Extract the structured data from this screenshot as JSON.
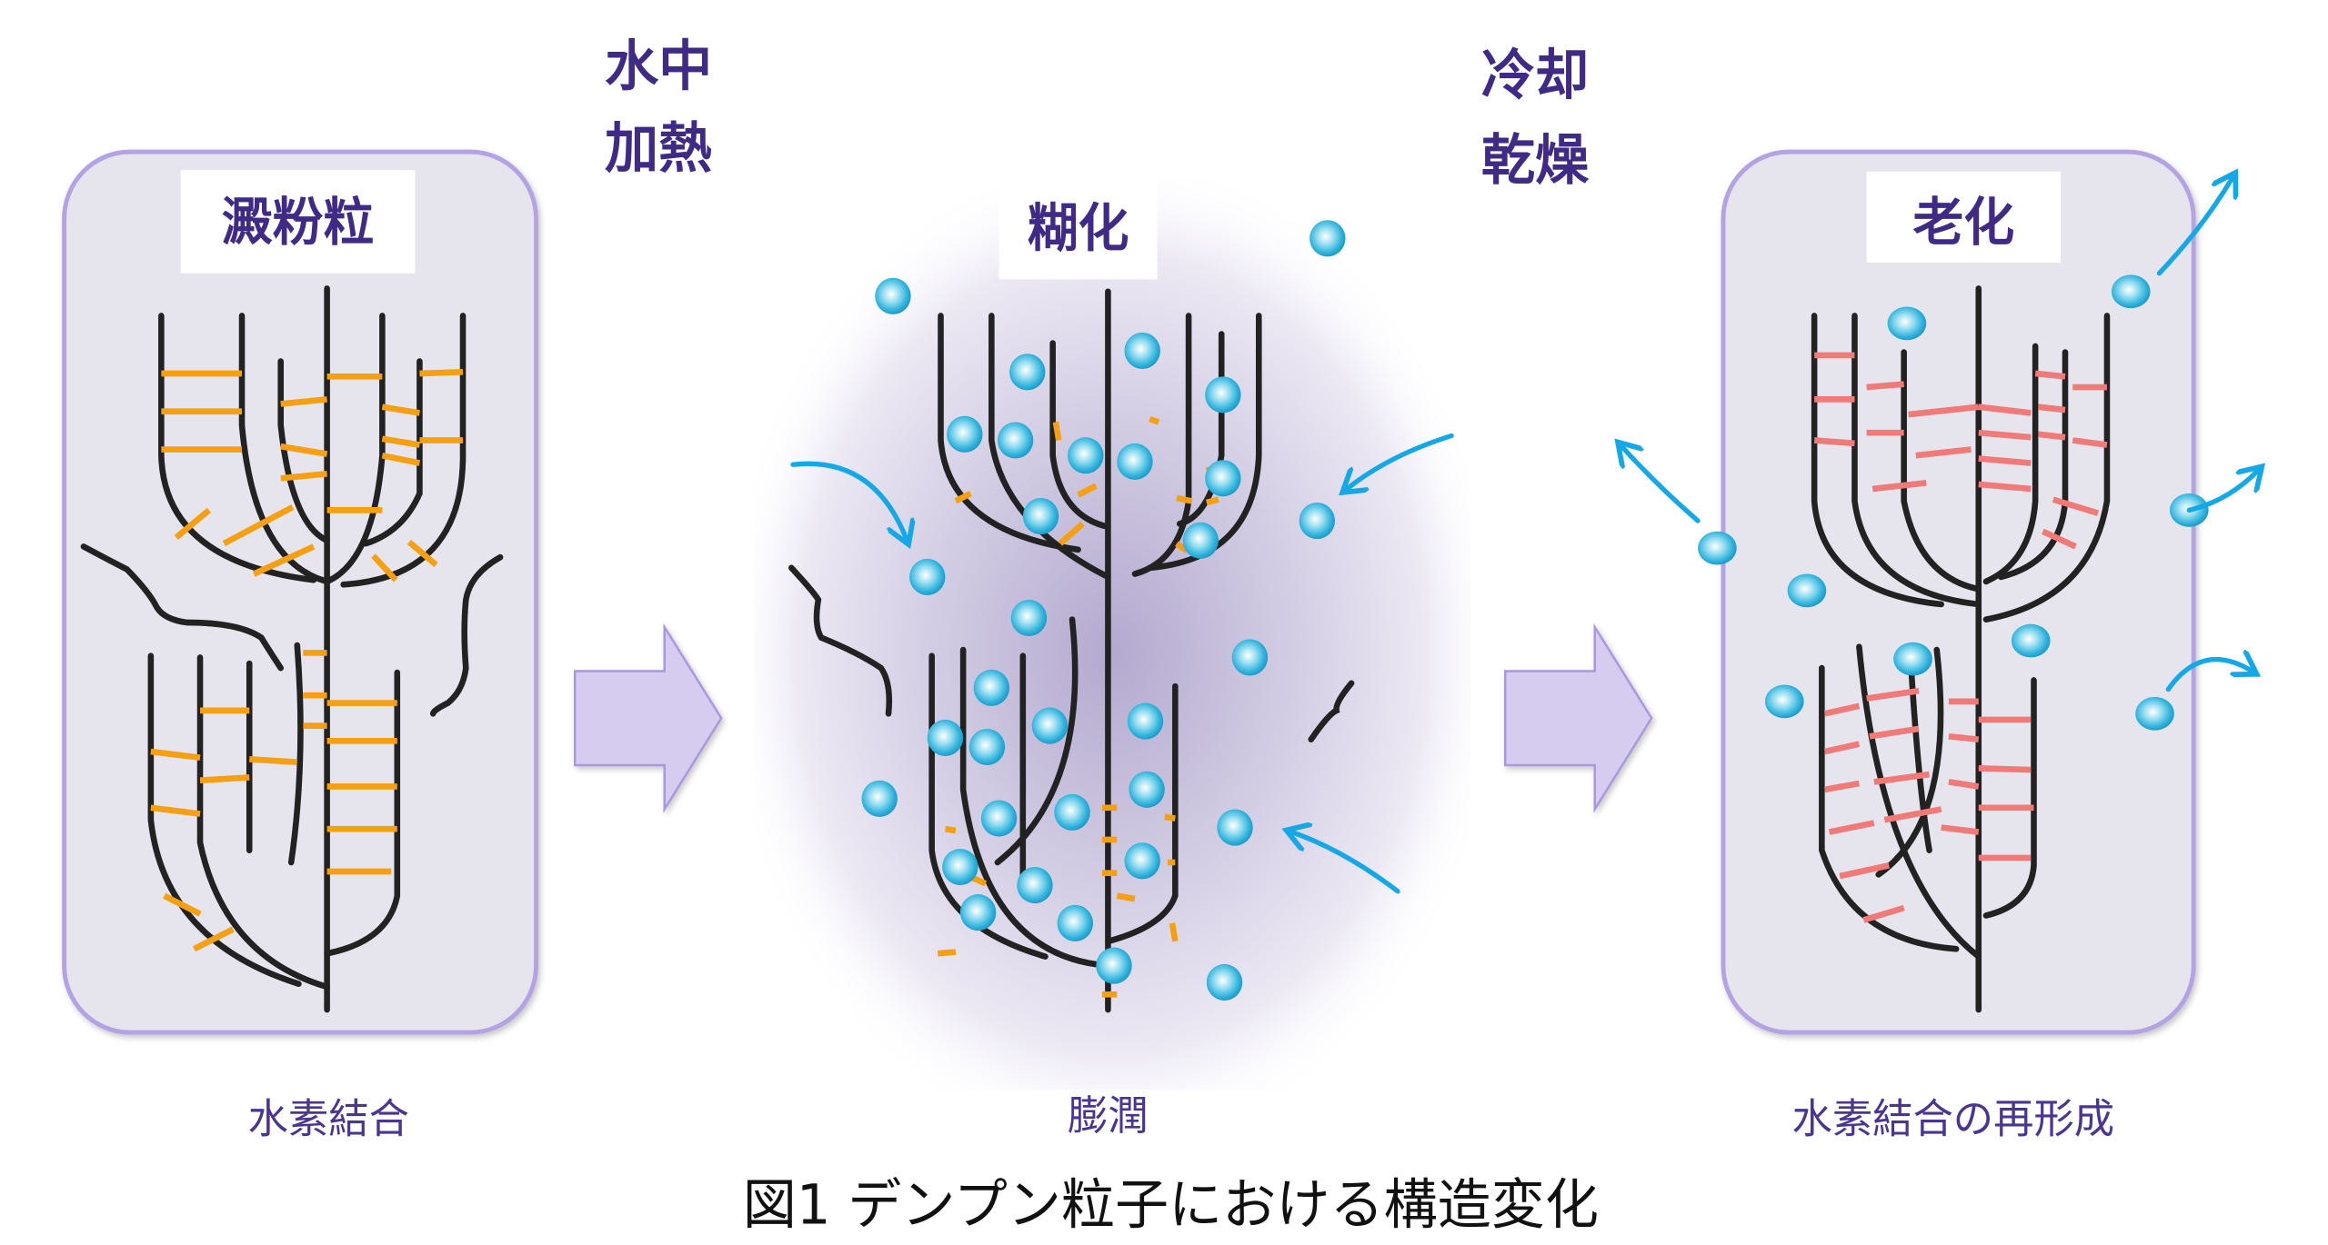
{
  "figure": {
    "caption": "図1  デンプン粒子における構造変化",
    "colors": {
      "heading_text": "#3f2a86",
      "panel_fill": "#e6e5ee",
      "panel_border": "#b3a3e3",
      "arrow_fill": "#d5ccef",
      "arrow_border": "#a998de",
      "chain": "#222222",
      "hydrogen_bond": "#f5a012",
      "reformed_hydrogen_bond": "#f07a78",
      "water": "#29b3df",
      "flow_arrow": "#14a8e6",
      "swelling_glow": "#9b8fc0"
    }
  },
  "panels": [
    {
      "id": "granule",
      "title": "澱粉粒",
      "legend_label": "水素結合",
      "legend_color": "#f5a012"
    },
    {
      "id": "gelatinized",
      "title": "糊化",
      "footer_label": "膨潤"
    },
    {
      "id": "retrograded",
      "title": "老化",
      "legend_label": "水素結合の再形成",
      "legend_color": "#f07a78"
    }
  ],
  "transitions": [
    {
      "id": "heat",
      "line1": "水中",
      "line2": "加熱"
    },
    {
      "id": "cool",
      "line1": "冷却",
      "line2": "乾燥"
    }
  ]
}
